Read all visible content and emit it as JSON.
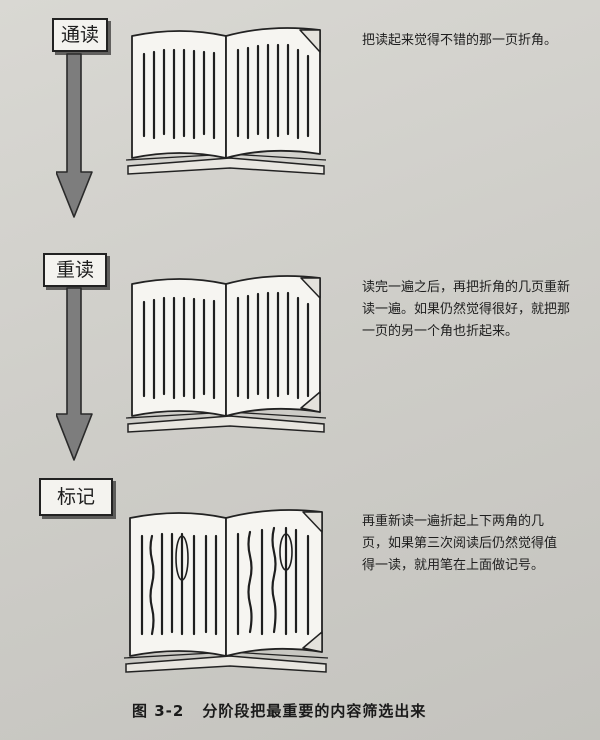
{
  "stages": [
    {
      "label": "通读",
      "description": "把读起来觉得不错的那一页折角。"
    },
    {
      "label": "重读",
      "description": "读完一遍之后，再把折角的几页重新读一遍。如果仍然觉得很好，就把那一页的另一个角也折起来。"
    },
    {
      "label": "标记",
      "description": "再重新读一遍折起上下两角的几页，如果第三次阅读后仍然觉得值得一读，就用笔在上面做记号。"
    }
  ],
  "caption": {
    "number": "图 3-2",
    "title": "分阶段把最重要的内容筛选出来"
  },
  "colors": {
    "arrow_fill": "#7d7d7d",
    "ink": "#1e1e1e",
    "paper": "#f4f3ef"
  }
}
